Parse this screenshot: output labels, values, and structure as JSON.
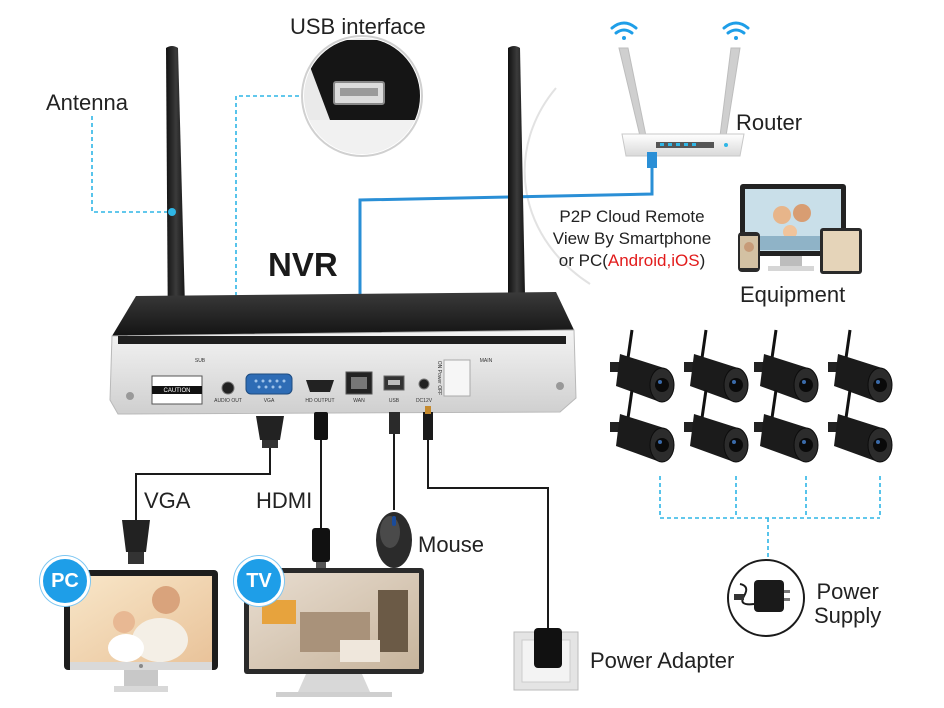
{
  "labels": {
    "usb_interface": "USB interface",
    "antenna": "Antenna",
    "router": "Router",
    "nvr": "NVR",
    "p2p_line1": "P2P Cloud Remote",
    "p2p_line2": "View By Smartphone",
    "p2p_line3_prefix": "or PC(",
    "p2p_line3_highlight": "Android,iOS",
    "p2p_line3_suffix": ")",
    "equipment": "Equipment",
    "vga": "VGA",
    "hdmi": "HDMI",
    "mouse": "Mouse",
    "power_adapter": "Power Adapter",
    "power_supply_line1": "Power",
    "power_supply_line2": "Supply",
    "pc_badge": "PC",
    "tv_badge": "TV"
  },
  "nvr_panel": {
    "caution": "CAUTION",
    "port_sub": "SUB",
    "port_audio_out": "AUDIO OUT",
    "port_vga": "VGA",
    "port_hd_output": "HD OUTPUT",
    "port_wan": "WAN",
    "port_usb": "USB",
    "port_dc12v": "DC12V",
    "port_main": "MAIN",
    "power_switch": "ON Power OFF"
  },
  "colors": {
    "dashed_line": "#2fb6e6",
    "lan_cable": "#2a8fd6",
    "highlight_red": "#e21b1b",
    "badge_blue": "#1e9ee8"
  },
  "icons": [
    "wifi-icon",
    "antenna-icon",
    "usb-port-icon",
    "router-icon",
    "monitor-icon",
    "camera-icon",
    "mouse-icon",
    "power-adapter-icon",
    "power-supply-icon"
  ]
}
